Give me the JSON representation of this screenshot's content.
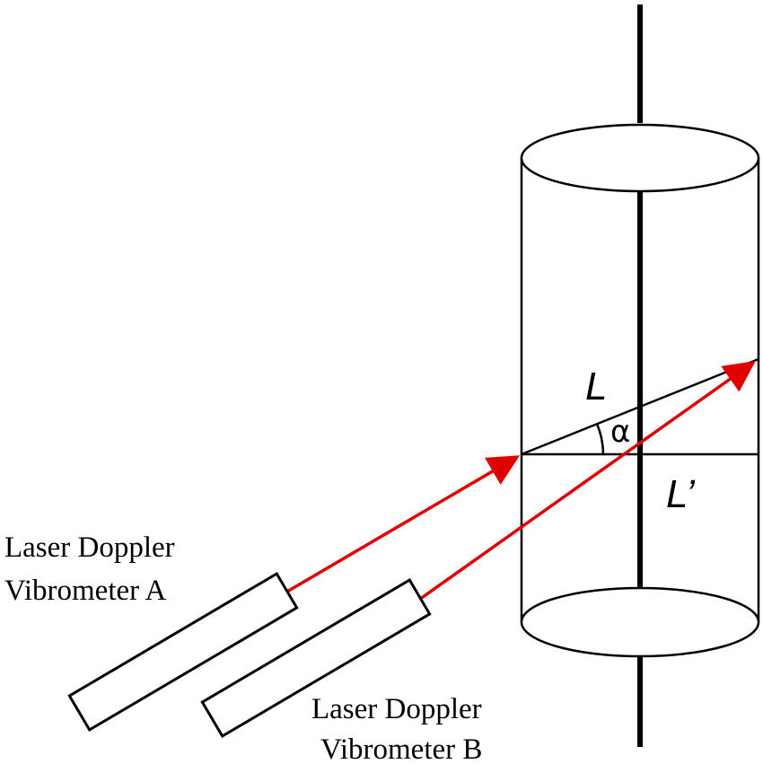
{
  "diagram": {
    "labels": {
      "length_L": "L",
      "length_L_prime": "L’",
      "angle": "α",
      "vibrometer_a_line1": "Laser Doppler",
      "vibrometer_a_line2": "Vibrometer A",
      "vibrometer_b_line1": "Laser Doppler",
      "vibrometer_b_line2": "Vibrometer B"
    },
    "colors": {
      "laser_beam": "#e00000",
      "outline": "#000000",
      "background": "#ffffff"
    }
  }
}
